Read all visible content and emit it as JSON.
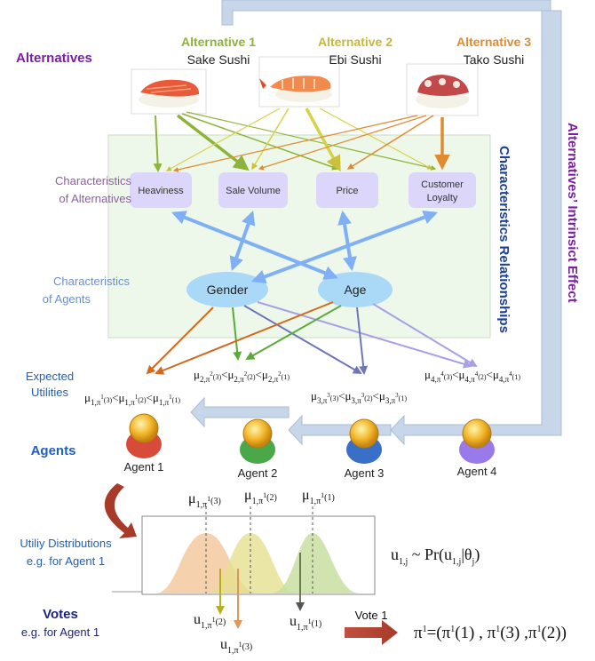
{
  "section_labels": {
    "alternatives": "Alternatives",
    "characteristics_alternatives_1": "Characteristics",
    "characteristics_alternatives_2": "of Alternatives",
    "characteristics_agents_1": "Characteristics",
    "characteristics_agents_2": "of Agents",
    "expected_utilities_1": "Expected",
    "expected_utilities_2": "Utilities",
    "agents": "Agents",
    "utility_distributions_1": "Utiliy Distributions",
    "utility_distributions_2": "e.g. for Agent 1",
    "votes": "Votes",
    "votes_sub": "e.g. for Agent 1",
    "characteristics_relationships": "Characteristics Relationships",
    "intrinsic_effect": "Alternatives’ Intrinsict Effect"
  },
  "alternatives": [
    {
      "title": "Alternative 1",
      "name": "Sake Sushi",
      "color": "#8db33a"
    },
    {
      "title": "Alternative 2",
      "name": "Ebi Sushi",
      "color": "#c9b73a"
    },
    {
      "title": "Alternative 3",
      "name": "Tako Sushi",
      "color": "#e08b30"
    }
  ],
  "alternative_characteristics": [
    "Heaviness",
    "Sale Volume",
    "Price",
    "Customer",
    "Loyalty"
  ],
  "agent_characteristics": [
    "Gender",
    "Age"
  ],
  "agents": [
    "Agent 1",
    "Agent 2",
    "Agent 3",
    "Agent 4"
  ],
  "agent_colors": [
    "#d84a3a",
    "#4aa84a",
    "#3a6fc8",
    "#9a7ae8"
  ],
  "expected_utilities": {
    "a1": {
      "main": "μ",
      "sub": [
        "1,π",
        "1",
        "(3)",
        "<",
        "μ",
        "1,π",
        "1",
        "(2)",
        "<",
        "μ",
        "1,π",
        "1",
        "(1)"
      ]
    },
    "a2": {
      "main": "μ",
      "sub": [
        "2,π",
        "2",
        "(3)",
        "<",
        "μ",
        "2,π",
        "2",
        "(2)",
        "<",
        "μ",
        "2,π",
        "2",
        "(1)"
      ]
    },
    "a3": {
      "main": "μ",
      "sub": [
        "3,π",
        "3",
        "(3)",
        "<",
        "μ",
        "3,π",
        "3",
        "(2)",
        "<",
        "μ",
        "3,π",
        "3",
        "(1)"
      ]
    },
    "a4": {
      "main": "μ",
      "sub": [
        "4,π",
        "4",
        "(3)",
        "<",
        "μ",
        "4,π",
        "4",
        "(2)",
        "<",
        "μ",
        "4,π",
        "4",
        "(1)"
      ]
    }
  },
  "vote_label": "Vote 1",
  "colors": {
    "purple": "#7b1fa2",
    "blue_label": "#1f5fbf",
    "light_purple": "#8e5ea2",
    "light_blue": "#6d8fc8",
    "panel_fill": "#eef8ea",
    "node_fill": "#dcd6fb",
    "agent_node_fill": "#aad8f7",
    "arrow_blue": "#7fb0f5",
    "frame": "#c7d6e8"
  }
}
